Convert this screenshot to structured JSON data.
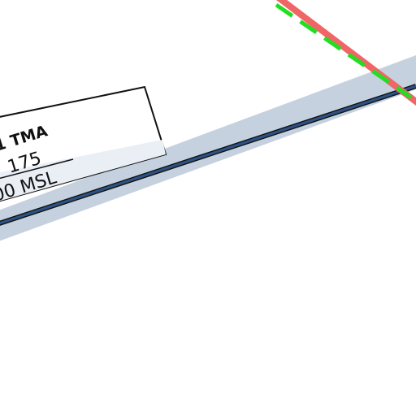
{
  "map": {
    "airspace": {
      "name_fragment": "1 TMA",
      "upper_limit_fragment": "175",
      "lower_limit_fragment": "00 MSL",
      "fill_color": "#c5d1de",
      "boundary_color": "#2d5385",
      "label_fill_color": "#e9eff5"
    },
    "route_line": {
      "base_color": "#f06565",
      "dash_color": "#22dd22"
    }
  }
}
